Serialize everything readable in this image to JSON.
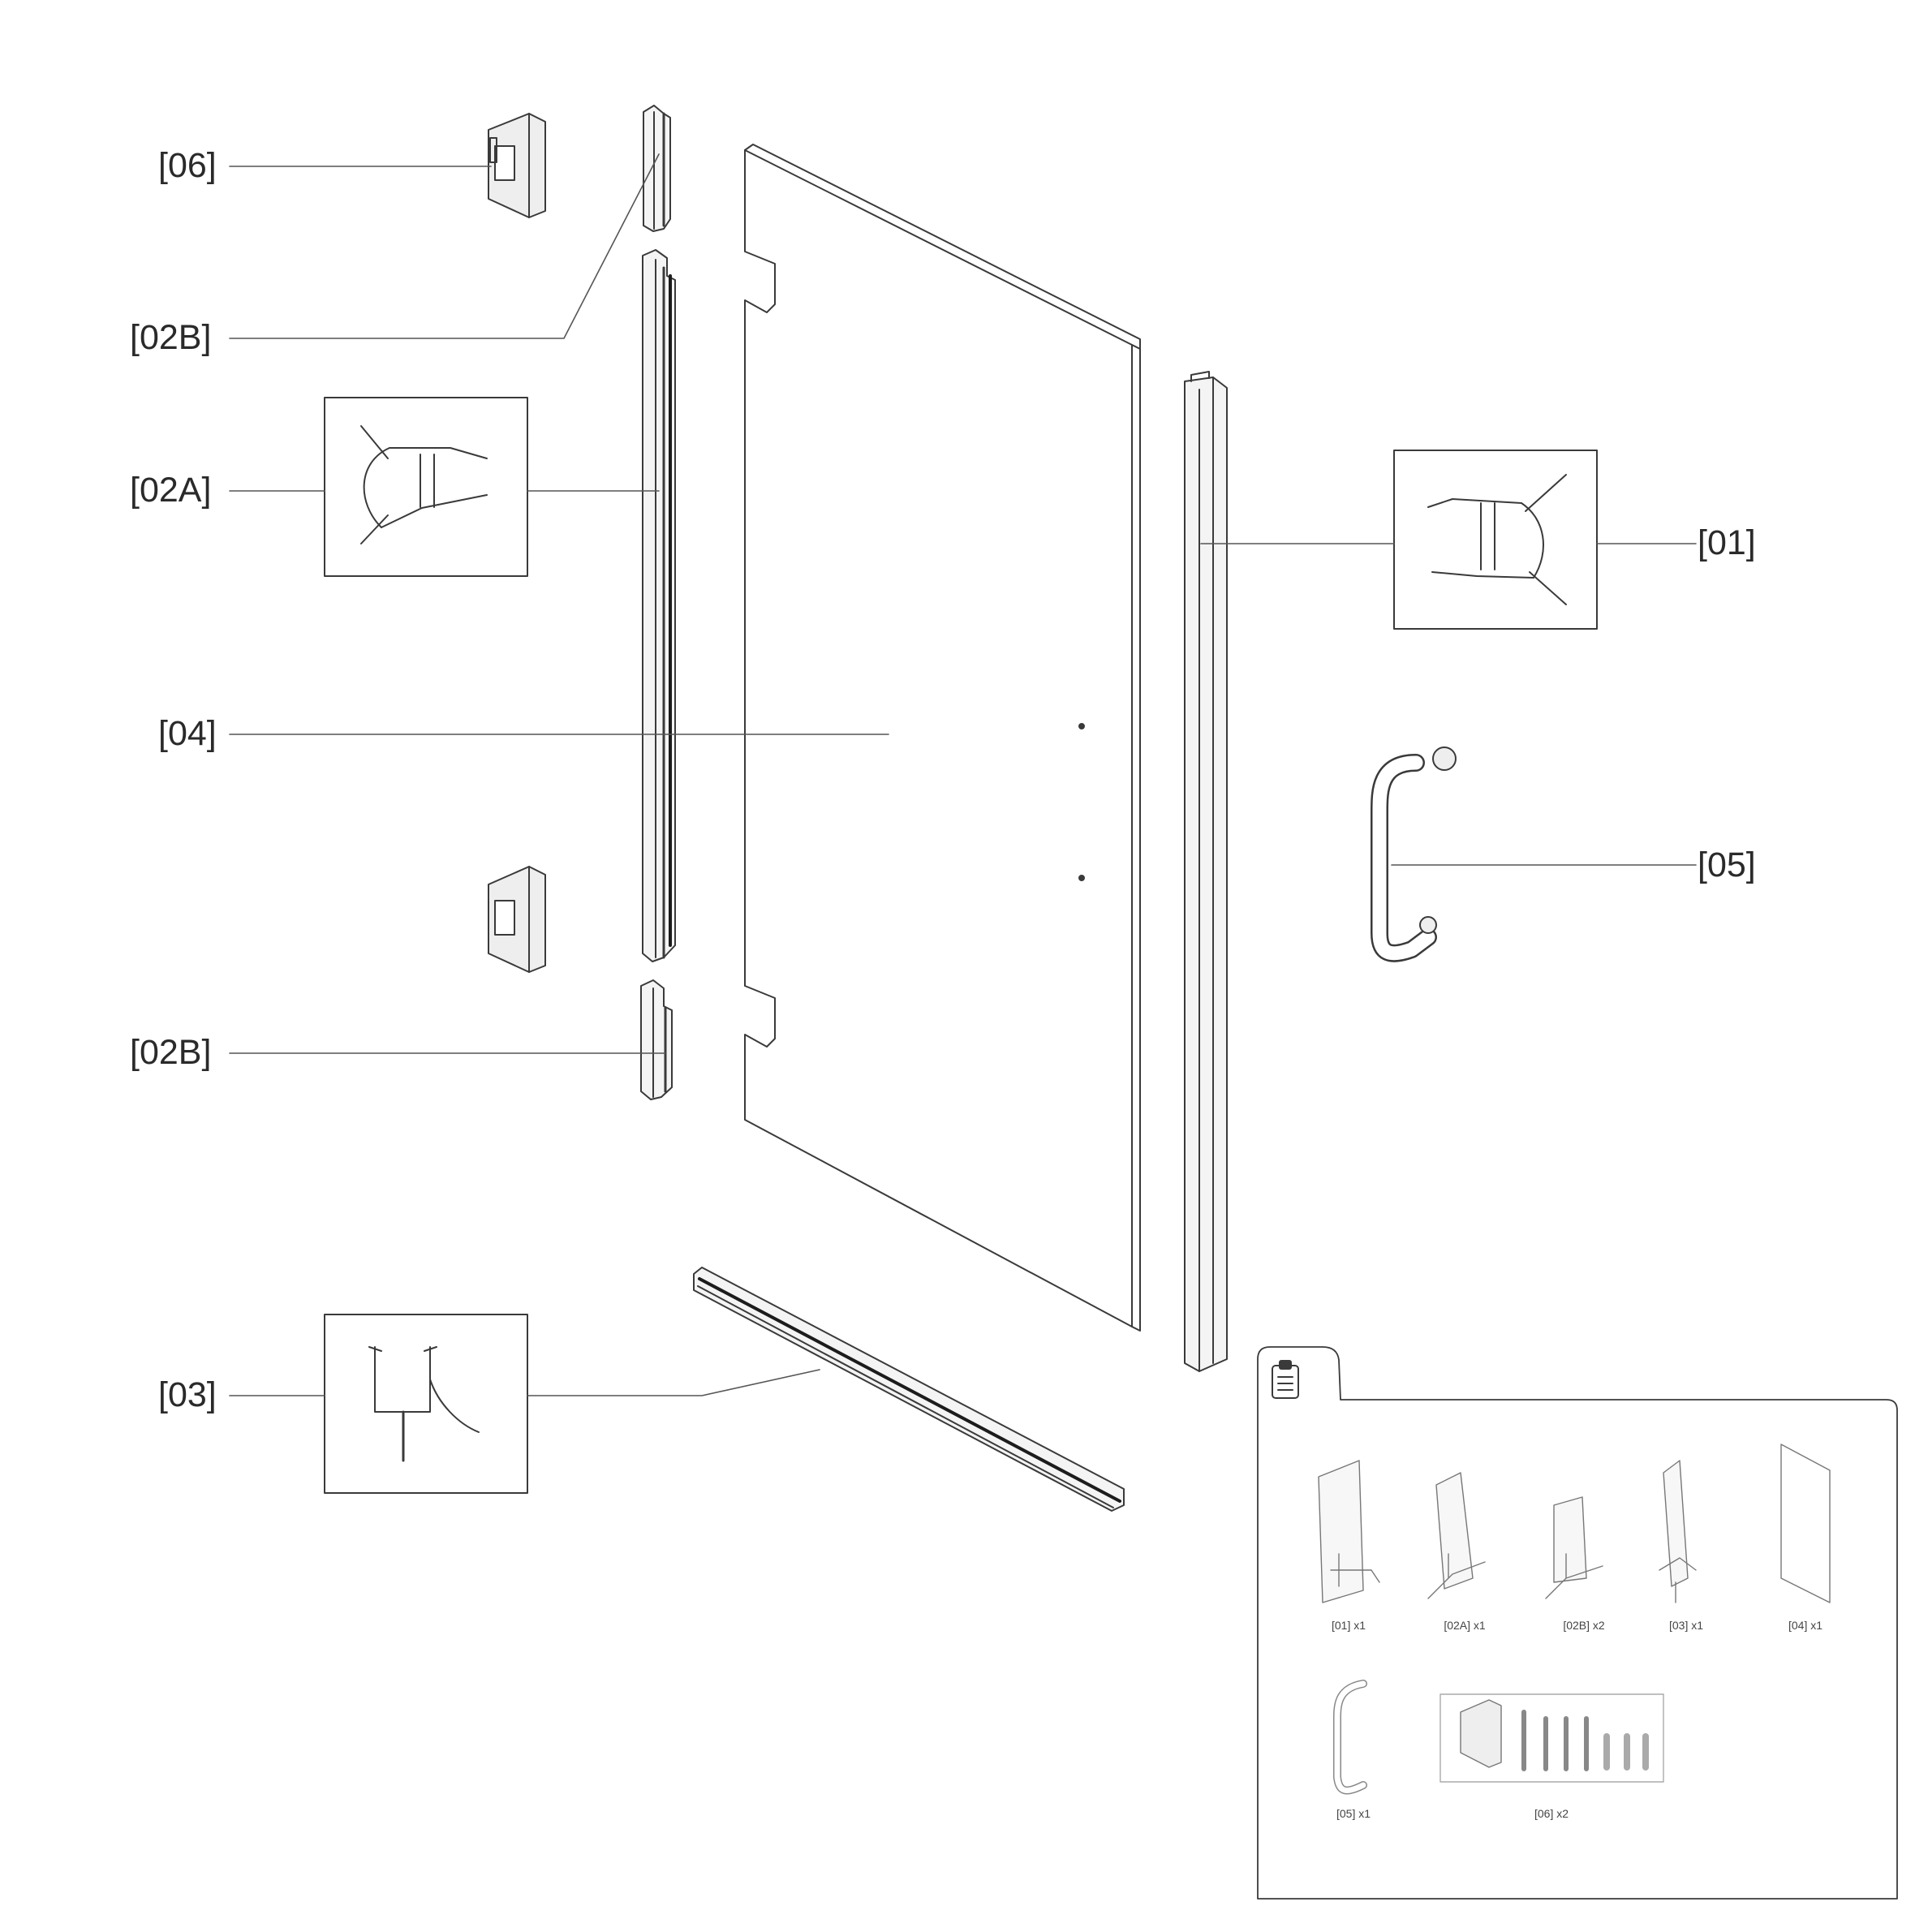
{
  "diagram": {
    "labels": {
      "p06": "[06]",
      "p02b_top": "[02B]",
      "p02a": "[02A]",
      "p04": "[04]",
      "p02b_bottom": "[02B]",
      "p03": "[03]",
      "p01": "[01]",
      "p05": "[05]"
    },
    "parts_list": {
      "icon": "clipboard-icon",
      "items": [
        {
          "id": "01",
          "caption": "[01] x1"
        },
        {
          "id": "02A",
          "caption": "[02A] x1"
        },
        {
          "id": "02B",
          "caption": "[02B] x2"
        },
        {
          "id": "03",
          "caption": "[03] x1"
        },
        {
          "id": "04",
          "caption": "[04] x1"
        },
        {
          "id": "05",
          "caption": "[05] x1"
        },
        {
          "id": "06",
          "caption": "[06] x2"
        }
      ]
    },
    "colors": {
      "line": "#3a3a3a",
      "label": "#2a2a2a",
      "part_fill": "#ededed",
      "background": "#ffffff"
    }
  }
}
